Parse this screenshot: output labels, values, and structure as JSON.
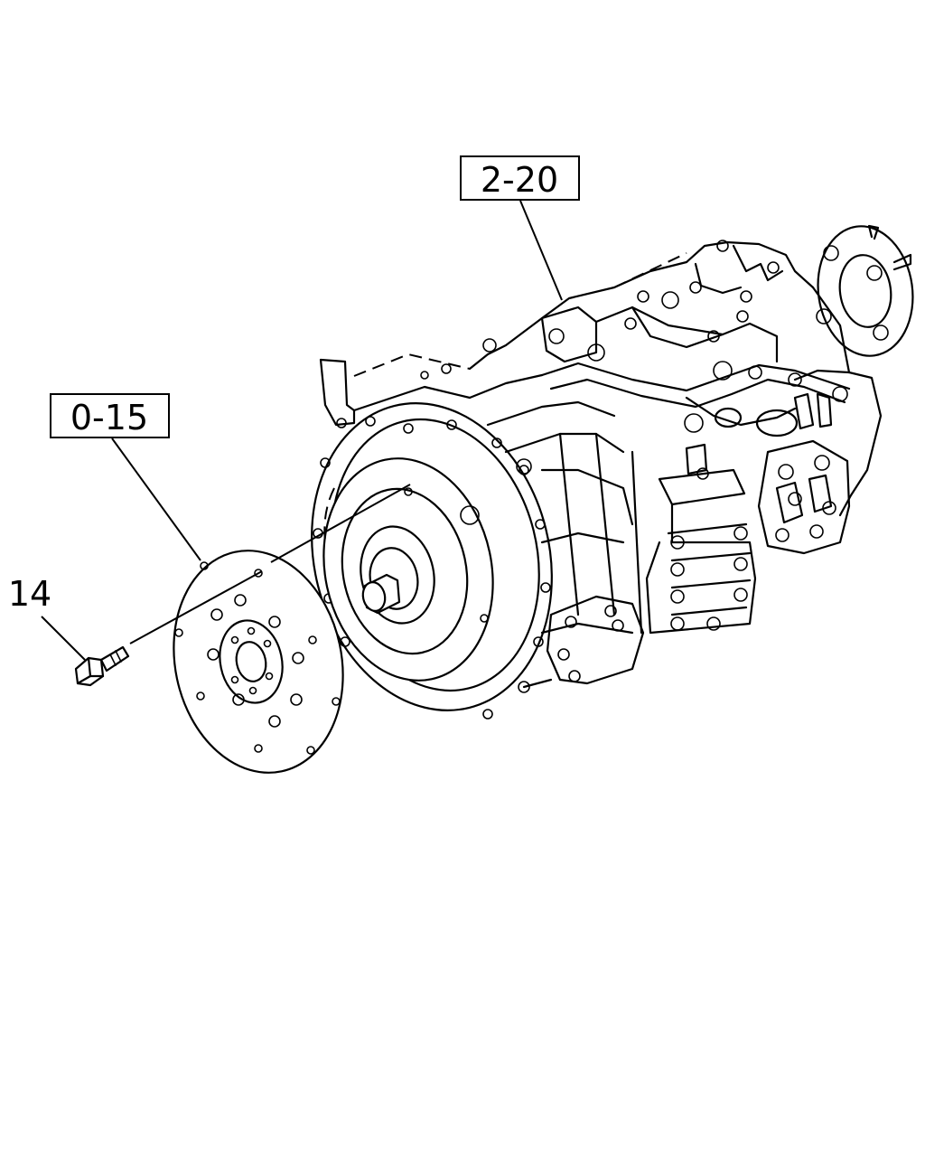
{
  "callouts": {
    "transmission_ref": "2-20",
    "flexplate_ref": "0-15",
    "bolt_ref": "14"
  }
}
